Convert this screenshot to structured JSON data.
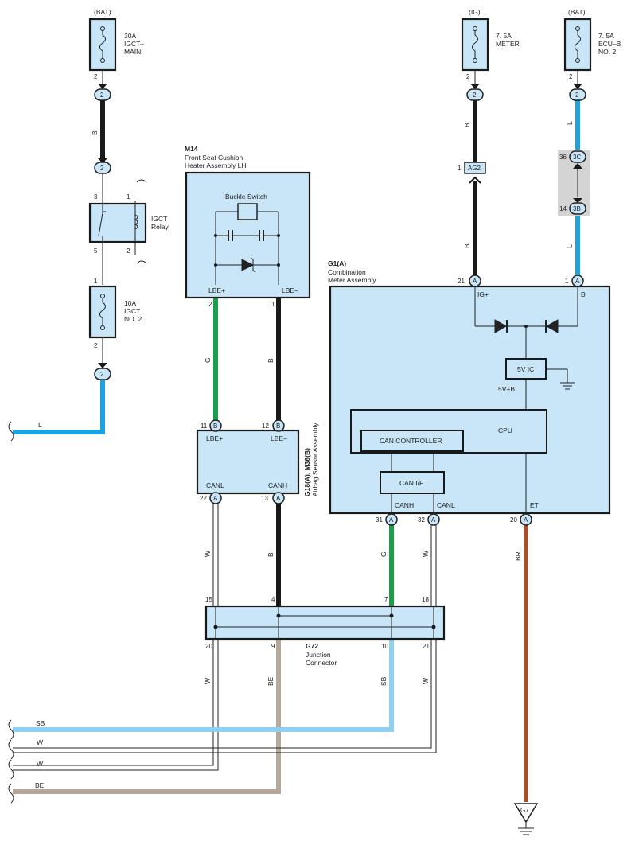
{
  "power": {
    "bat": "(BAT)",
    "ig": "(IG)"
  },
  "fuses": {
    "igct_main": {
      "amp": "30A",
      "line1": "IGCT–",
      "line2": "MAIN"
    },
    "meter": {
      "amp": "7. 5A",
      "line1": "METER"
    },
    "ecu_b": {
      "amp": "7. 5A",
      "line1": "ECU–B",
      "line2": "NO. 2"
    },
    "igct_no2": {
      "amp": "10A",
      "line1": "IGCT",
      "line2": "NO. 2"
    }
  },
  "relay": {
    "line1": "IGCT",
    "line2": "Relay",
    "pins": [
      "3",
      "1",
      "5",
      "2"
    ]
  },
  "m14": {
    "code": "M14",
    "title1": "Front Seat Cushion",
    "title2": "Heater Assembly LH",
    "switch": "Buckle Switch",
    "pin_pos": "LBE+",
    "pin_neg": "LBE–"
  },
  "g1": {
    "code": "G1(A)",
    "title1": "Combination",
    "title2": "Meter Assembly",
    "ig": "IG+",
    "b": "B",
    "ic": "5V IC",
    "vb": "5V+B",
    "cpu": "CPU",
    "can_ctrl": "CAN CONTROLLER",
    "can_if": "CAN I/F",
    "canh": "CANH",
    "canl": "CANL",
    "et": "ET"
  },
  "airbag": {
    "code": "G18(A), M36(B)",
    "title": "Airbag Sensor Assembly",
    "lbe_pos": "LBE+",
    "lbe_neg": "LBE–",
    "canl": "CANL",
    "canh": "CANH"
  },
  "g72": {
    "code": "G72",
    "title1": "Junction",
    "title2": "Connector"
  },
  "connectors": {
    "ag2": "AG2",
    "c3c": "3C",
    "c3b": "3B",
    "ground": "G7"
  },
  "pins": {
    "p2": "2",
    "p1": "1",
    "p3": "3",
    "p5": "5",
    "p36": "36",
    "p14": "14",
    "p21": "21",
    "p11": "11",
    "p12": "12",
    "p22": "22",
    "p13": "13",
    "p31": "31",
    "p32": "32",
    "p20": "20",
    "p15": "15",
    "p4": "4",
    "p7": "7",
    "p18": "18",
    "p9": "9",
    "p10": "10",
    "cA": "A",
    "cB": "B"
  },
  "wires": {
    "b": "B",
    "l": "L",
    "g": "G",
    "w": "W",
    "br": "BR",
    "be": "BE",
    "sb": "SB"
  },
  "colors": {
    "black": "#1a1a1a",
    "blue": "#1aa3dd",
    "green": "#1a9e4a",
    "brown": "#a0522d",
    "beige": "#b5a898",
    "skyblue": "#8fd0f0",
    "white": "#ffffff",
    "fill": "#c8e6f7"
  }
}
